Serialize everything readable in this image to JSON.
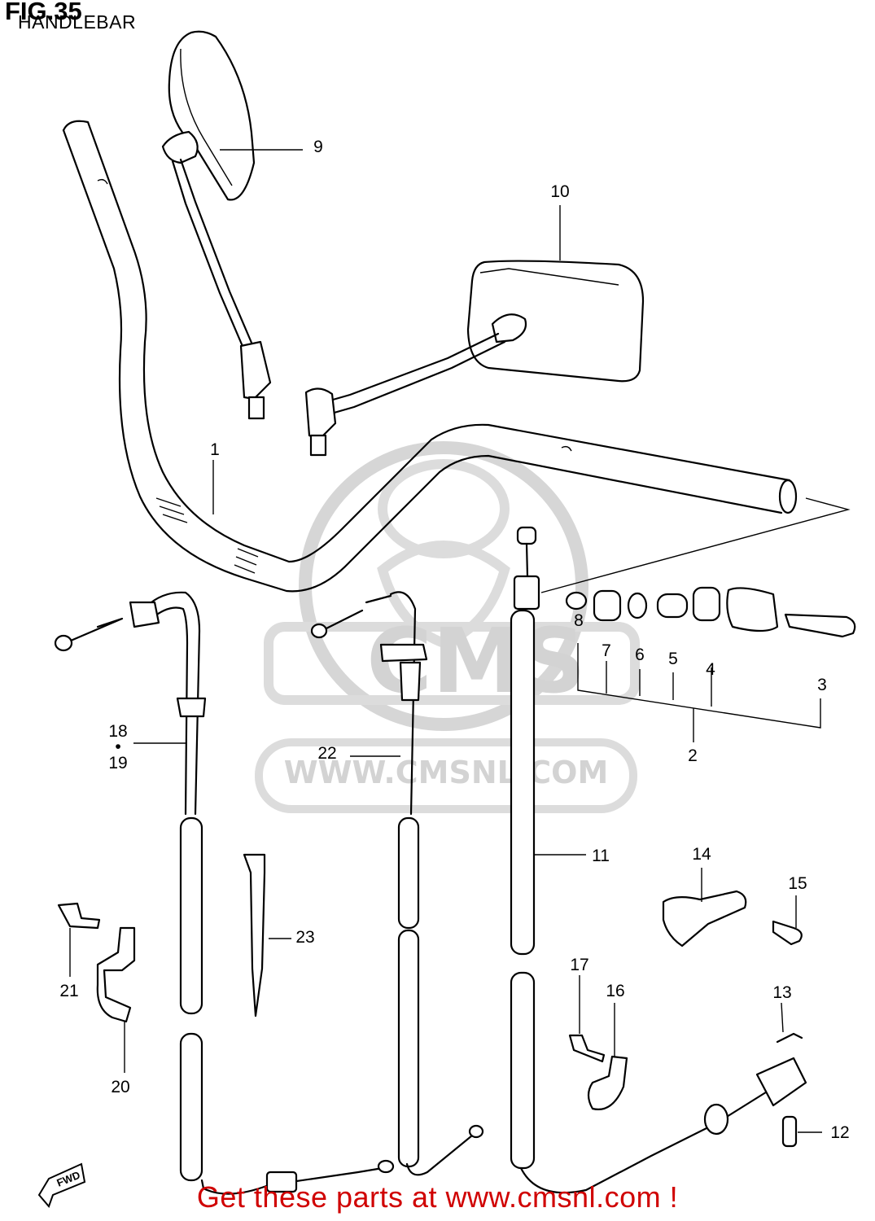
{
  "figure": {
    "title": "FIG.35",
    "subtitle": "HANDLEBAR"
  },
  "watermark": {
    "logo_text": "CMS",
    "url_text": "WWW.CMSNL.COM"
  },
  "fwd_label": "FWD",
  "footer": "Get these parts at www.cmsnl.com !",
  "callouts": [
    "1",
    "2",
    "3",
    "4",
    "5",
    "6",
    "7",
    "8",
    "9",
    "10",
    "11",
    "12",
    "13",
    "14",
    "15",
    "16",
    "17",
    "18",
    "19",
    "20",
    "21",
    "22",
    "23"
  ],
  "callout_separator": "•",
  "colors": {
    "line": "#000000",
    "footer_text": "#d00000",
    "watermark": "#d3d3d3"
  }
}
